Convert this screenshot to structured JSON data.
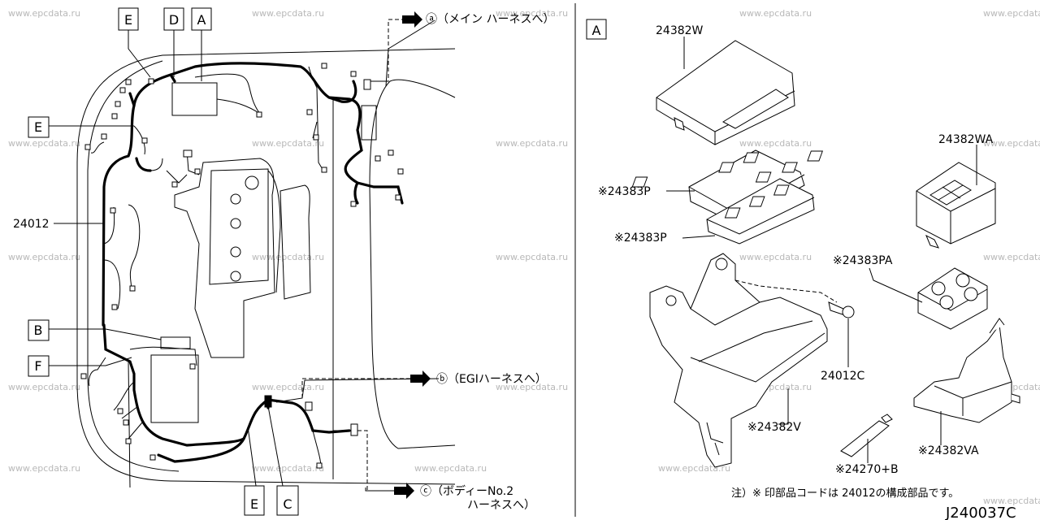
{
  "watermark": "www.epcdata.ru",
  "left_view": {
    "callouts": {
      "top_E": "E",
      "top_D": "D",
      "top_A": "A",
      "mid_E": "E",
      "B": "B",
      "F": "F",
      "bottom_E": "E",
      "bottom_C": "C"
    },
    "part_24012": "24012",
    "harness_a": "ⓐ（メイン ハーネスへ）",
    "harness_b": "ⓑ（EGIハーネスへ）",
    "harness_c_line1": "ⓒ（ボディーNo.2",
    "harness_c_line2": "ハーネスへ）"
  },
  "right_view": {
    "section_label": "A",
    "parts": {
      "p24382W": "24382W",
      "p24382WA": "24382WA",
      "p24383P_1": "※24383P",
      "p24383P_2": "※24383P",
      "p24383PA": "※24383PA",
      "p24012C": "24012C",
      "p24382V": "※24382V",
      "p24382VA": "※24382VA",
      "p24270B": "※24270+B"
    },
    "note": "注）※ 印部品コードは 24012の構成部品です。"
  },
  "figure_code": "J240037C"
}
